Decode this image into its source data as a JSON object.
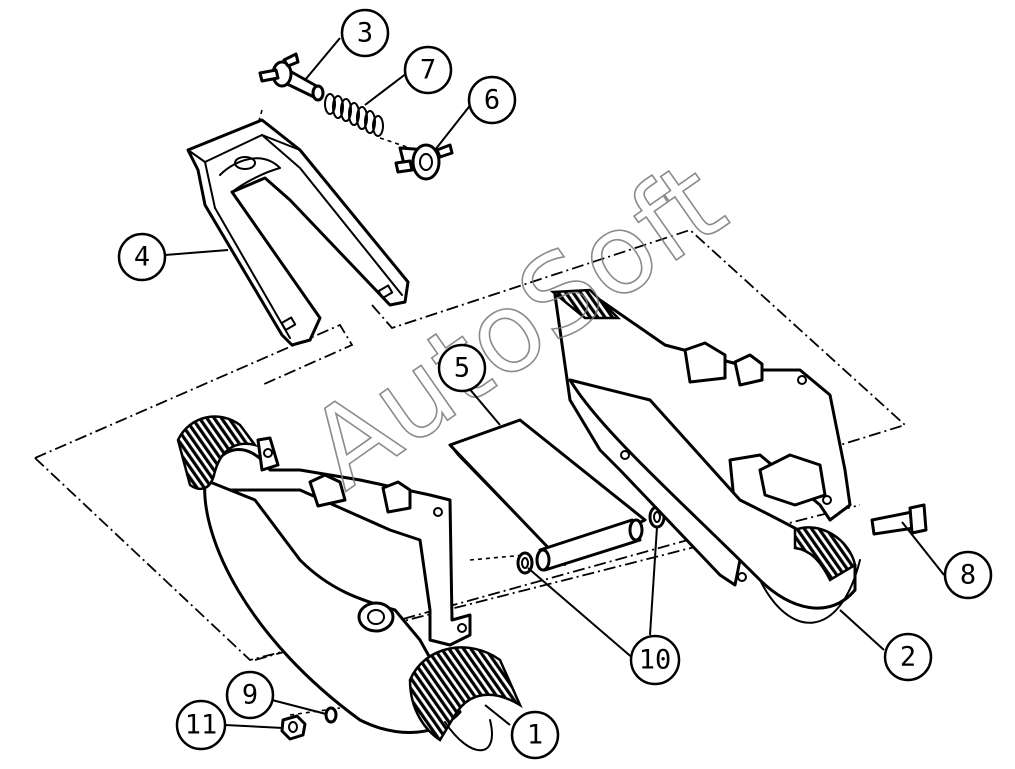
{
  "watermark": "AutoSoft",
  "callouts": [
    {
      "id": "callout-1",
      "label": "1"
    },
    {
      "id": "callout-2",
      "label": "2"
    },
    {
      "id": "callout-3",
      "label": "3"
    },
    {
      "id": "callout-4",
      "label": "4"
    },
    {
      "id": "callout-5",
      "label": "5"
    },
    {
      "id": "callout-6",
      "label": "6"
    },
    {
      "id": "callout-7",
      "label": "7"
    },
    {
      "id": "callout-8",
      "label": "8"
    },
    {
      "id": "callout-9",
      "label": "9"
    },
    {
      "id": "callout-10",
      "label": "10"
    },
    {
      "id": "callout-11",
      "label": "11"
    }
  ],
  "colors": {
    "line": "#000000",
    "background": "#ffffff",
    "watermark": "#777777"
  }
}
